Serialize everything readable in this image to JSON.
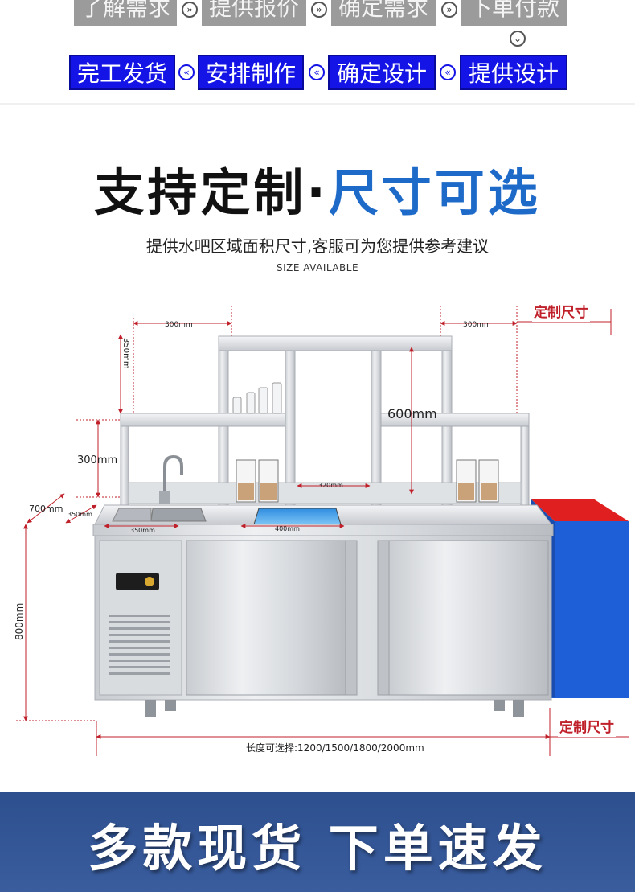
{
  "flow": {
    "top_steps": [
      "了解需求",
      "提供报价",
      "确定需求",
      "下单付款"
    ],
    "bottom_steps": [
      "完工发货",
      "安排制作",
      "确定设计",
      "提供设计"
    ],
    "arrow_right": "»",
    "arrow_left": "«",
    "arrow_down": "⌄"
  },
  "headline": {
    "part1": "支持定制",
    "separator": "·",
    "part2": "尺寸可选"
  },
  "subtitle": "提供水吧区域面积尺寸,客服可为您提供参考建议",
  "subtitle_en": "SIZE AVAILABLE",
  "dimensions": {
    "top_left_width": "300mm",
    "top_right_width": "300mm",
    "custom_size_top": "定制尺寸",
    "top_height": "350mm",
    "shelf_height": "300mm",
    "middle_height": "600mm",
    "middle_width": "320mm",
    "depth": "700mm",
    "sink_depth": "350mm",
    "sink_width": "350mm",
    "ice_width": "400mm",
    "counter_height": "800mm",
    "custom_size_bottom": "定制尺寸",
    "length_options": "长度可选择:1200/1500/1800/2000mm"
  },
  "colors": {
    "flow_grey": "#9b9b9b",
    "flow_blue": "#1414e6",
    "headline_blue": "#1e6ac8",
    "dimension_red": "#c0202a",
    "extension_red": "#e02020",
    "extension_blue": "#1e5fd8",
    "banner_blue": "#2d4f8e"
  },
  "banner": "多款现货 下单速发"
}
